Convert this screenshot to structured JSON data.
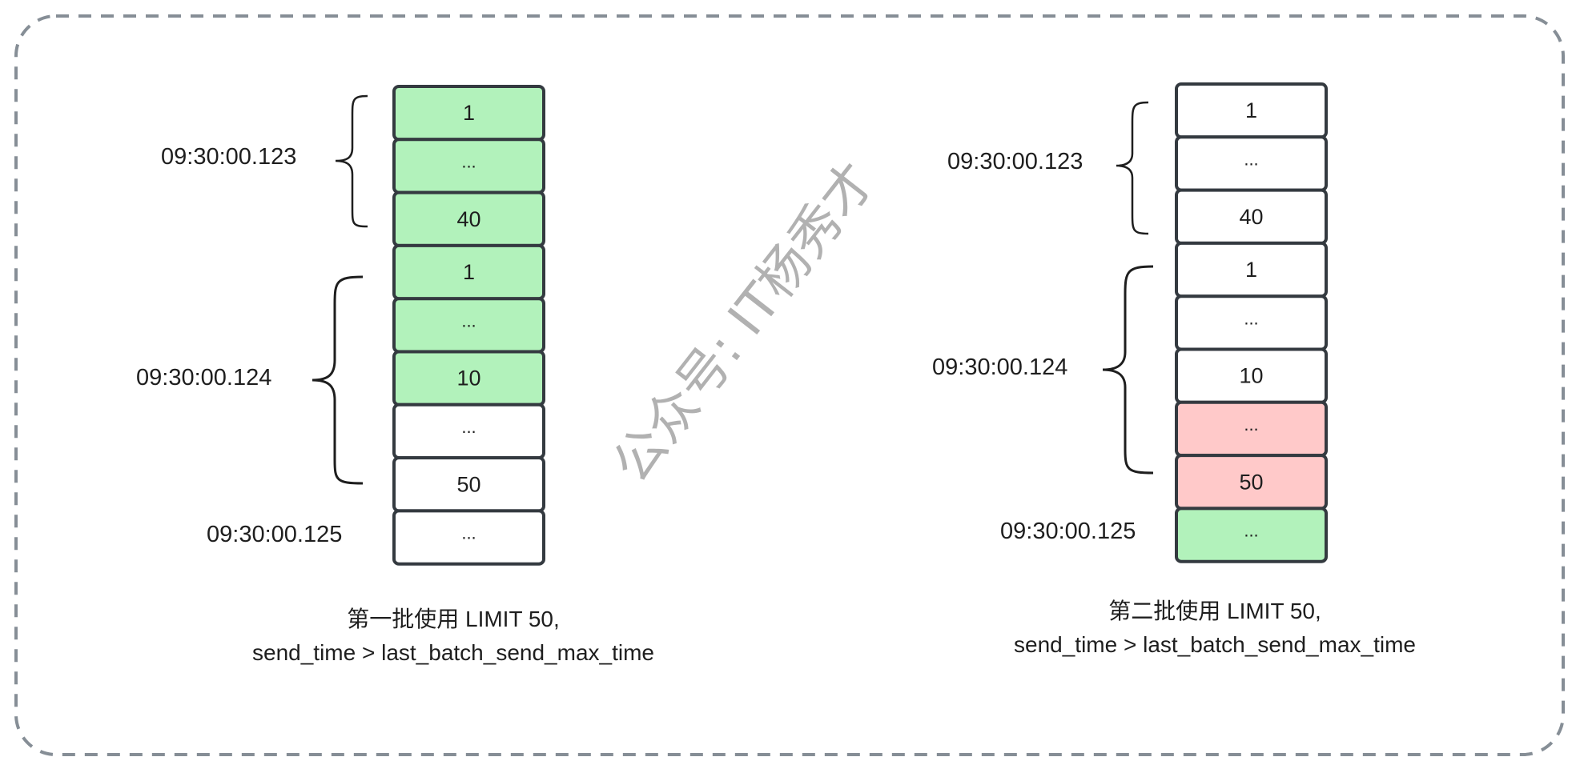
{
  "colors": {
    "green": "#b2f2bb",
    "red": "#ffc9c9",
    "white": "#ffffff",
    "stroke": "#343a40",
    "border": "#868e96"
  },
  "left": {
    "labels": [
      "09:30:00.123",
      "09:30:00.124",
      "09:30:00.125"
    ],
    "cells": [
      {
        "text": "1",
        "fill": "green"
      },
      {
        "text": "...",
        "fill": "green"
      },
      {
        "text": "40",
        "fill": "green"
      },
      {
        "text": "1",
        "fill": "green"
      },
      {
        "text": "...",
        "fill": "green"
      },
      {
        "text": "10",
        "fill": "green"
      },
      {
        "text": "...",
        "fill": "white"
      },
      {
        "text": "50",
        "fill": "white"
      },
      {
        "text": "...",
        "fill": "white"
      }
    ],
    "caption_line1": "第一批使用 LIMIT 50,",
    "caption_line2": "send_time > last_batch_send_max_time"
  },
  "right": {
    "labels": [
      "09:30:00.123",
      "09:30:00.124",
      "09:30:00.125"
    ],
    "cells": [
      {
        "text": "1",
        "fill": "white"
      },
      {
        "text": "...",
        "fill": "white"
      },
      {
        "text": "40",
        "fill": "white"
      },
      {
        "text": "1",
        "fill": "white"
      },
      {
        "text": "...",
        "fill": "white"
      },
      {
        "text": "10",
        "fill": "white"
      },
      {
        "text": "...",
        "fill": "red"
      },
      {
        "text": "50",
        "fill": "red"
      },
      {
        "text": "...",
        "fill": "green"
      }
    ],
    "caption_line1": "第二批使用 LIMIT 50,",
    "caption_line2": "send_time > last_batch_send_max_time"
  },
  "watermark": "公众号: IT杨秀才"
}
